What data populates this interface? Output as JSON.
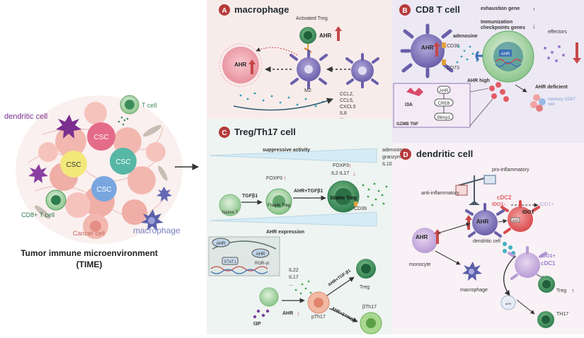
{
  "time": {
    "dendritic_cell": "dendritic cell",
    "t_cell": "T cell",
    "csc": "CSC",
    "cd8_t_cell": "CD8+ T cell",
    "macrophage": "macrophage",
    "cancer_cell": "Cancer cell",
    "caption_line1": "Tumor immune microenvironment",
    "caption_line2": "(TIME)"
  },
  "panel_a": {
    "letter": "A",
    "title": "macrophage",
    "activated_treg": "Activated Treg",
    "ahr": "AHR",
    "m2": "M2",
    "chemokines": [
      "CCL2,",
      "CCL5,",
      "CXCL5",
      "IL8",
      "..."
    ]
  },
  "panel_b": {
    "letter": "B",
    "title": "CD8 T cell",
    "exhaustion": "exhaustion gene",
    "immunization_line1": "Immunization",
    "immunization_line2": "checkpoints genes",
    "effectors": "effectors",
    "adenosine": "adenosine",
    "cd39": "CD39",
    "cd73": "CD73",
    "ahr": "AHR",
    "ahr_high": "AHR high",
    "ahr_deficient": "AHR deficient",
    "memory_line1": "memory CD8T",
    "memory_line2": "cell",
    "i3a": "I3A",
    "ahr_small": "AHR",
    "creb": "CREB",
    "blimp1": "Blimp1",
    "gzmb_tnf": "GZMB TNF"
  },
  "panel_c": {
    "letter": "C",
    "title": "Treg/Th17 cell",
    "suppressive": "suppressive activity",
    "adenosine_list": [
      "adenosine",
      "granzyme",
      "IL10"
    ],
    "foxp3": "FOXP3",
    "foxp3_b": "FOXP3",
    "il2_il17": "IL2 IL17",
    "tgfb1": "TGFβ1",
    "ahr_tgfb1": "AHR+TGFβ1",
    "native_t": "Native T",
    "fragile_treg": "Fragile Treg",
    "stable_treg": "Stable Treg",
    "cd39": "CD39",
    "ahr_expression": "AHR expression",
    "ahr_in_nucleus": "AHR",
    "stat1": "STAT1",
    "ahr2": "AHR",
    "ror": "ROR-γt",
    "il22": "IL22",
    "il17": "IL17",
    "dots": "...",
    "ahr_tgf": "AHR+TGF-β1",
    "ahr_sting": "AHR+STING",
    "treg": "Treg",
    "bth17": "βTh17",
    "pth17": "pTh17",
    "ahr3": "AHR",
    "i3p": "I3P"
  },
  "panel_d": {
    "letter": "D",
    "title": "dendritic cell",
    "pro": "pro-inflammatory",
    "anti": "anti-inflammatory",
    "cdc2": "cDC2",
    "ido1_minus": "IDO1-",
    "ido1_plus": "IDO1+",
    "ido1": "IDO1",
    "ahr": "AHR",
    "ahr_mono": "AHR",
    "dendritic_cell": "dendritic cell",
    "monocyte": "monocyte",
    "macrophage": "macrophage",
    "ido1_plus_b": "IDO1+",
    "cdc1": "cDC1",
    "treg": "Treg",
    "th17": "TH17",
    "ahr_small": "AHR",
    "ahr_tiny": "AHR"
  }
}
